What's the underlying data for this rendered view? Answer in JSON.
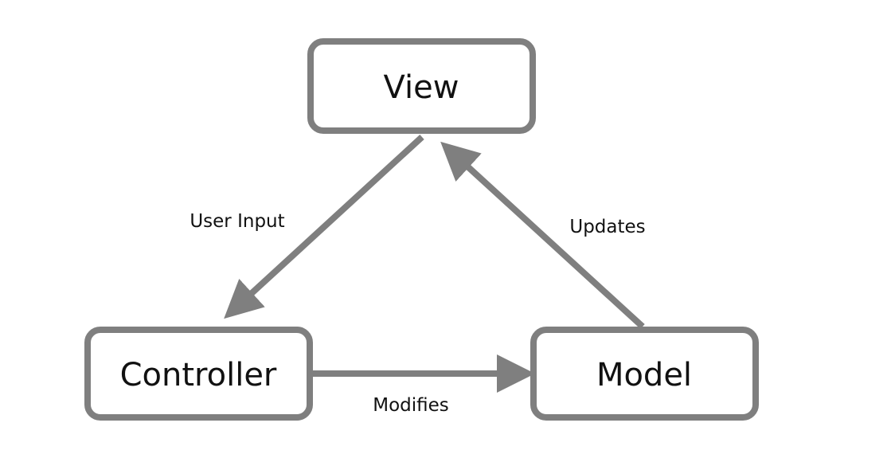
{
  "nodes": {
    "view": {
      "label": "View"
    },
    "controller": {
      "label": "Controller"
    },
    "model": {
      "label": "Model"
    }
  },
  "edges": {
    "user_input": {
      "label": "User Input",
      "from": "View",
      "to": "Controller"
    },
    "modifies": {
      "label": "Modifies",
      "from": "Controller",
      "to": "Model"
    },
    "updates": {
      "label": "Updates",
      "from": "Model",
      "to": "View"
    }
  },
  "colors": {
    "stroke": "#7f7f7f",
    "text": "#111111",
    "background": "#ffffff"
  }
}
